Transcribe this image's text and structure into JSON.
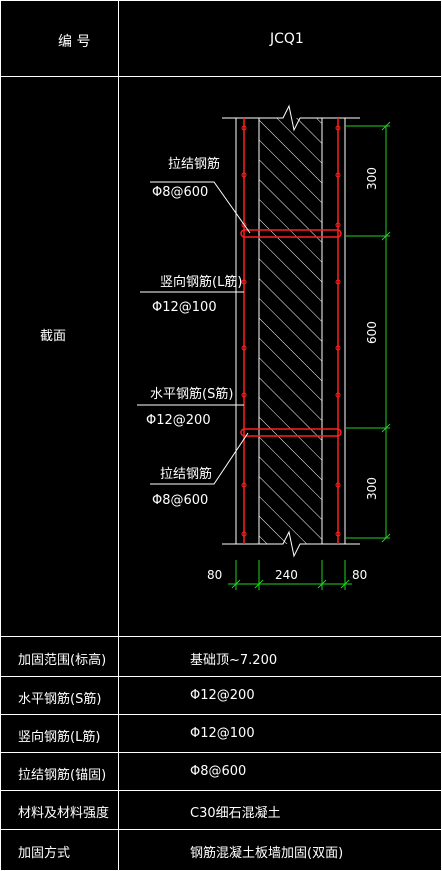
{
  "header": {
    "label": "编 号",
    "value": "JCQ1"
  },
  "section": {
    "label": "截面",
    "annotations": [
      {
        "name": "拉结钢筋",
        "spec": "Φ8@600"
      },
      {
        "name": "竖向钢筋(L筋)",
        "spec": "Φ12@100"
      },
      {
        "name": "水平钢筋(S筋)",
        "spec": "Φ12@200"
      },
      {
        "name": "拉结钢筋",
        "spec": "Φ8@600"
      }
    ],
    "dims_vertical": [
      "300",
      "600",
      "300"
    ],
    "dims_horizontal": [
      "80",
      "240",
      "80"
    ]
  },
  "rows": [
    {
      "label": "加固范围(标高)",
      "value": "基础顶~7.200"
    },
    {
      "label": "水平钢筋(S筋)",
      "value": "Φ12@200"
    },
    {
      "label": "竖向钢筋(L筋)",
      "value": "Φ12@100"
    },
    {
      "label": "拉结钢筋(锚固)",
      "value": "Φ8@600"
    },
    {
      "label": "材料及材料强度",
      "value": "C30细石混凝土"
    },
    {
      "label": "加固方式",
      "value": "钢筋混凝土板墙加固(双面)"
    }
  ],
  "colors": {
    "rebar": "#ff2020",
    "dimension": "#20d020",
    "lines": "#ffffff"
  }
}
